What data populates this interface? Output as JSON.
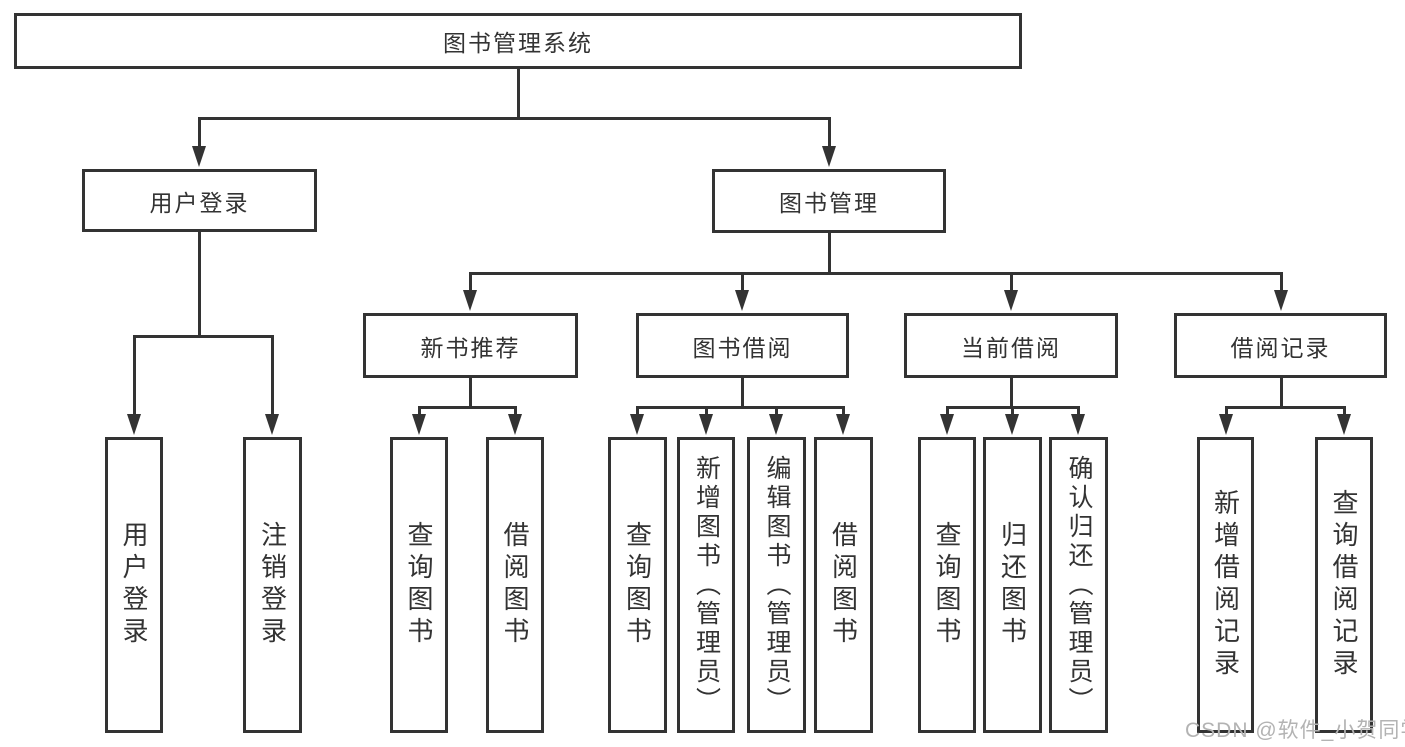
{
  "diagram": {
    "title": "图书管理系统",
    "root": {
      "label": "图书管理系统"
    },
    "level2": [
      {
        "label": "用户登录"
      },
      {
        "label": "图书管理"
      }
    ],
    "level3": [
      {
        "label": "新书推荐"
      },
      {
        "label": "图书借阅"
      },
      {
        "label": "当前借阅"
      },
      {
        "label": "借阅记录"
      }
    ],
    "leaves": [
      {
        "label": "用户登录",
        "parent": "用户登录"
      },
      {
        "label": "注销登录",
        "parent": "用户登录"
      },
      {
        "label": "查询图书",
        "parent": "新书推荐"
      },
      {
        "label": "借阅图书",
        "parent": "新书推荐"
      },
      {
        "label": "查询图书",
        "parent": "图书借阅"
      },
      {
        "label": "新增图书（管理员）",
        "parent": "图书借阅"
      },
      {
        "label": "编辑图书（管理员）",
        "parent": "图书借阅"
      },
      {
        "label": "借阅图书",
        "parent": "图书借阅"
      },
      {
        "label": "查询图书",
        "parent": "当前借阅"
      },
      {
        "label": "归还图书",
        "parent": "当前借阅"
      },
      {
        "label": "确认归还（管理员）",
        "parent": "当前借阅"
      },
      {
        "label": "新增借阅记录",
        "parent": "借阅记录"
      },
      {
        "label": "查询借阅记录",
        "parent": "借阅记录"
      }
    ],
    "colors": {
      "line": "#333333",
      "text": "#333333",
      "box_background": "#ffffff",
      "page_background": "#ffffff",
      "watermark": "#b3b3b3"
    }
  },
  "watermark": {
    "text": "CSDN @软件_小贺同学"
  }
}
